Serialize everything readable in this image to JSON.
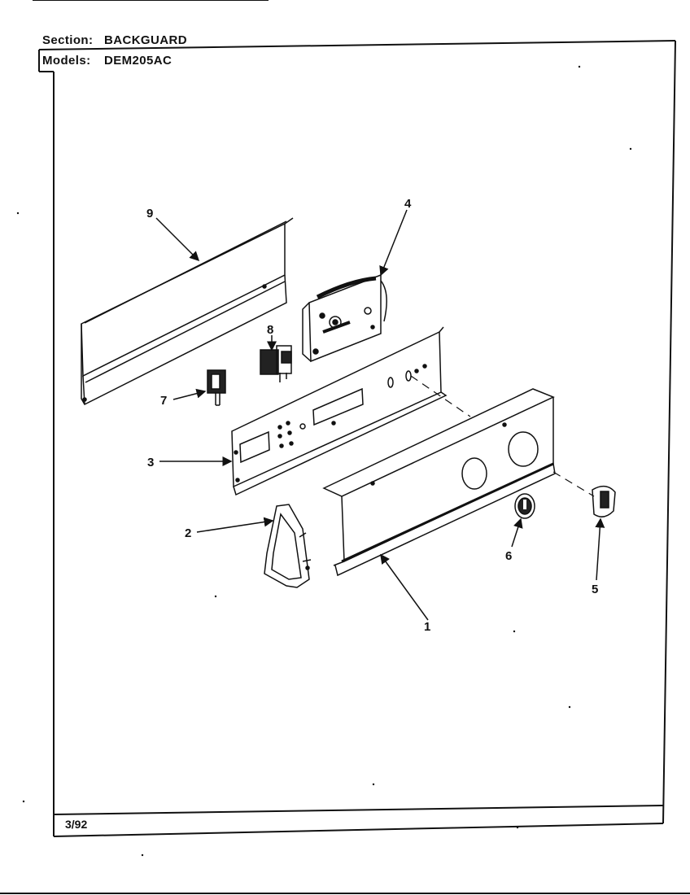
{
  "header": {
    "section_label": "Section:",
    "section_value": "BACKGUARD",
    "models_label": "Models:",
    "models_value": "DEM205AC"
  },
  "callouts": [
    "1",
    "2",
    "3",
    "4",
    "5",
    "6",
    "7",
    "8",
    "9"
  ],
  "footer": {
    "date": "3/92"
  },
  "colors": {
    "line": "#111111",
    "paper": "#ffffff"
  }
}
